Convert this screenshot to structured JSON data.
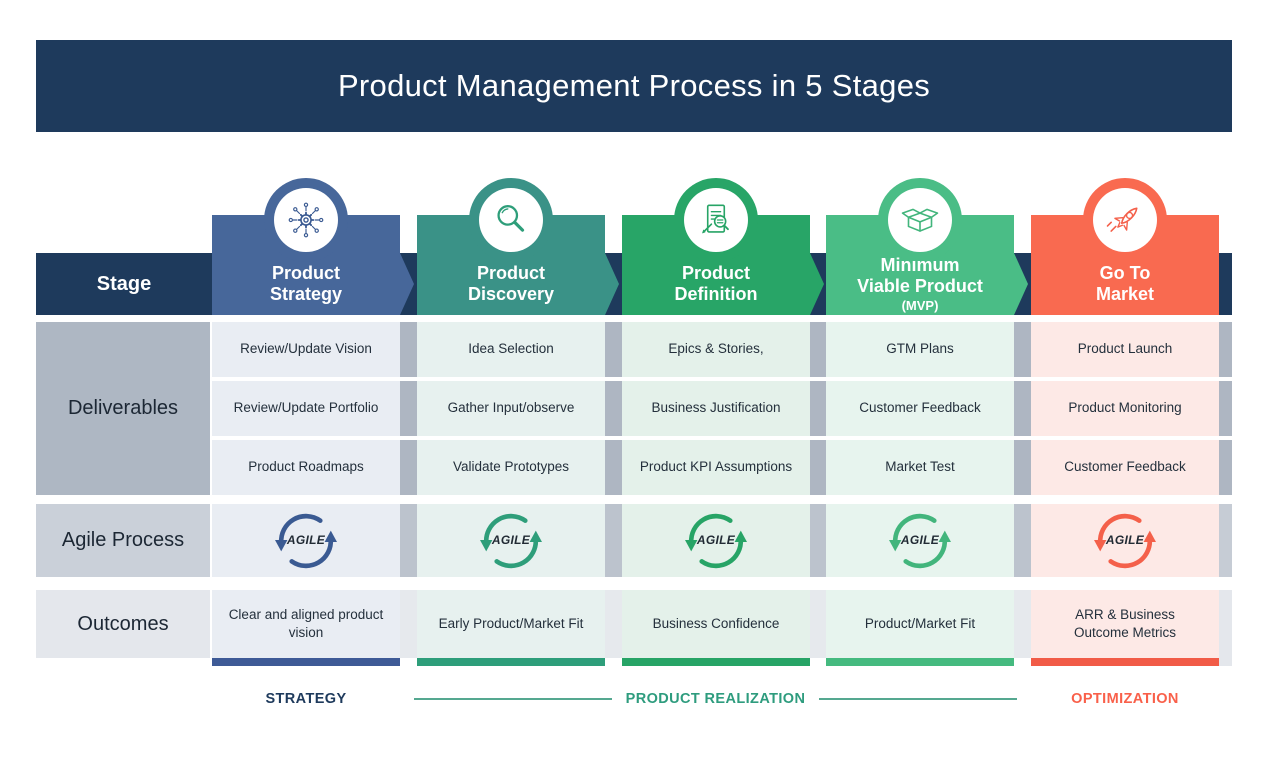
{
  "title": "Product Management Process in 5 Stages",
  "row_labels": {
    "stage": "Stage",
    "deliverables": "Deliverables",
    "agile": "Agile Process",
    "outcomes": "Outcomes"
  },
  "stages": [
    {
      "id": "product-strategy",
      "name_line1": "Product",
      "name_line2": "Strategy",
      "icon": "network-gear-icon",
      "colors": {
        "main": "#47679a",
        "tint": "#e9edf3",
        "bar": "#3e5a96",
        "agile": "#3a5a92"
      },
      "deliverables": [
        "Review/Update Vision",
        "Review/Update Portfolio",
        "Product Roadmaps"
      ],
      "agile_label": "AGILE",
      "outcome": "Clear and aligned product vision"
    },
    {
      "id": "product-discovery",
      "name_line1": "Product",
      "name_line2": "Discovery",
      "icon": "magnifier-icon",
      "colors": {
        "main": "#3a9287",
        "tint": "#e7f1ef",
        "bar": "#2e9e7a",
        "agile": "#2e9e7a"
      },
      "deliverables": [
        "Idea Selection",
        "Gather Input/observe",
        "Validate Prototypes"
      ],
      "agile_label": "AGILE",
      "outcome": "Early Product/Market Fit"
    },
    {
      "id": "product-definition",
      "name_line1": "Product",
      "name_line2": "Definition",
      "icon": "document-search-icon",
      "colors": {
        "main": "#28a567",
        "tint": "#e4f1ea",
        "bar": "#27a466",
        "agile": "#27a466"
      },
      "deliverables": [
        "Epics & Stories,",
        "Business Justification",
        "Product KPI Assumptions"
      ],
      "agile_label": "AGILE",
      "outcome": "Business Confidence"
    },
    {
      "id": "minimum-viable-product",
      "name_line1": "Minımum",
      "name_line2": "Viable Product",
      "name_sub": "(MVP)",
      "icon": "open-box-icon",
      "colors": {
        "main": "#4abd86",
        "tint": "#e7f4ee",
        "bar": "#45ba7f",
        "agile": "#42b57c"
      },
      "deliverables": [
        "GTM Plans",
        "Customer Feedback",
        "Market Test"
      ],
      "agile_label": "AGILE",
      "outcome": "Product/Market Fit"
    },
    {
      "id": "go-to-market",
      "name_line1": "Go To",
      "name_line2": "Market",
      "icon": "rocket-icon",
      "colors": {
        "main": "#f96a50",
        "tint": "#fde9e6",
        "bar": "#f15b47",
        "agile": "#f4604a"
      },
      "deliverables": [
        "Product Launch",
        "Product Monitoring",
        "Customer Feedback"
      ],
      "agile_label": "AGILE",
      "outcome": "ARR & Business Outcome Metrics"
    }
  ],
  "footer": {
    "labels": [
      {
        "text": "STRATEGY",
        "color": "#1e3a5c"
      },
      {
        "text": "PRODUCT REALIZATION",
        "color": "#2e9c7e"
      },
      {
        "text": "OPTIMIZATION",
        "color": "#f9604a"
      }
    ],
    "line_color": "#55a890"
  }
}
